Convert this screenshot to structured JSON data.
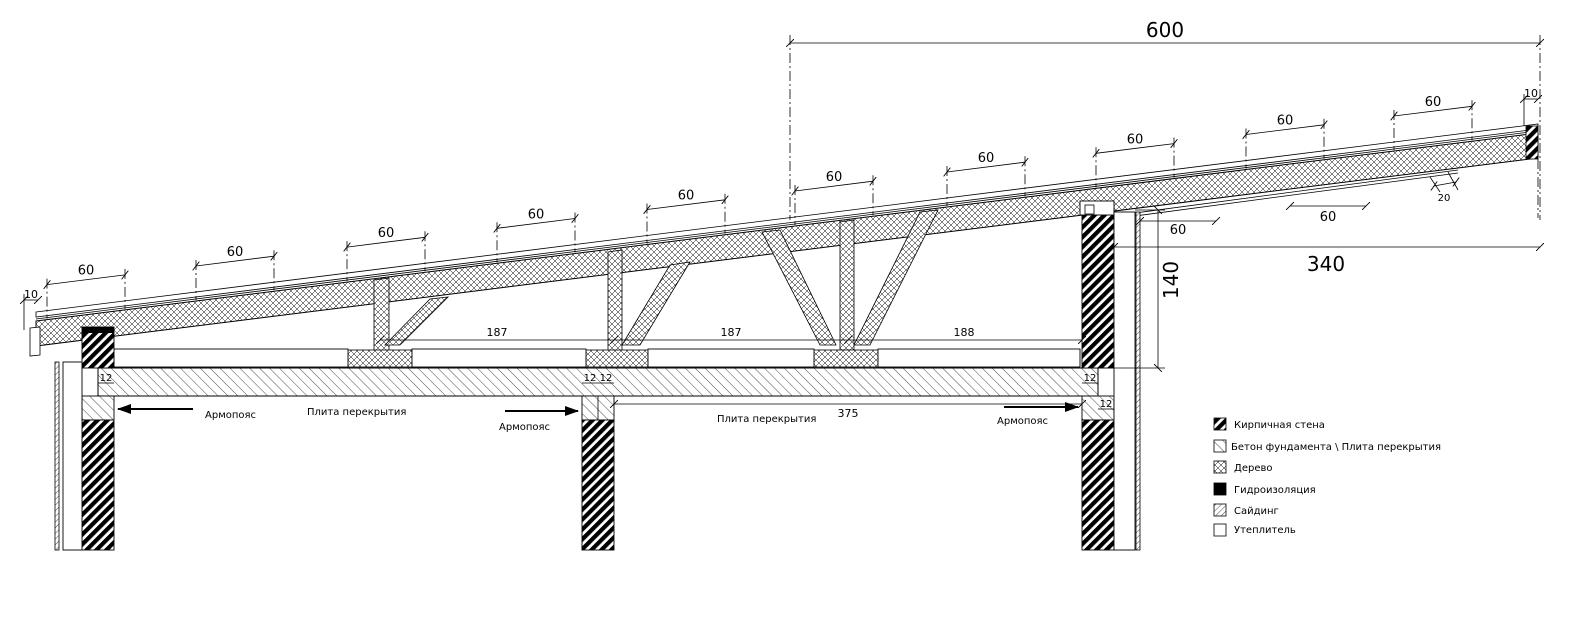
{
  "dimensions": {
    "overall_width": "600",
    "right_span": "340",
    "height": "140",
    "edge_left": "10",
    "edge_right": "10",
    "rafter_spacing": "60",
    "purlin_below": "20",
    "span_1": "187",
    "span_2": "187",
    "span_3": "188",
    "slab_span": "375",
    "wall_small": "12"
  },
  "labels": {
    "armopoyas_1": "Армопояс",
    "armopoyas_2": "Армопояс",
    "armopoyas_3": "Армопояс",
    "slab_1": "Плита перекрытия",
    "slab_2": "Плита перекрытия"
  },
  "legend": [
    {
      "name": "legend-brick-wall",
      "label": "Кирпичная стена"
    },
    {
      "name": "legend-concrete",
      "label": "Бетон фундамента \\  Плита перекрытия"
    },
    {
      "name": "legend-wood",
      "label": "Дерево"
    },
    {
      "name": "legend-waterproofing",
      "label": "Гидроизоляция"
    },
    {
      "name": "legend-siding",
      "label": "Сайдинг"
    },
    {
      "name": "legend-insulation",
      "label": "Утеплитель"
    }
  ],
  "colors": {
    "ink": "#000000",
    "paper": "#ffffff"
  }
}
